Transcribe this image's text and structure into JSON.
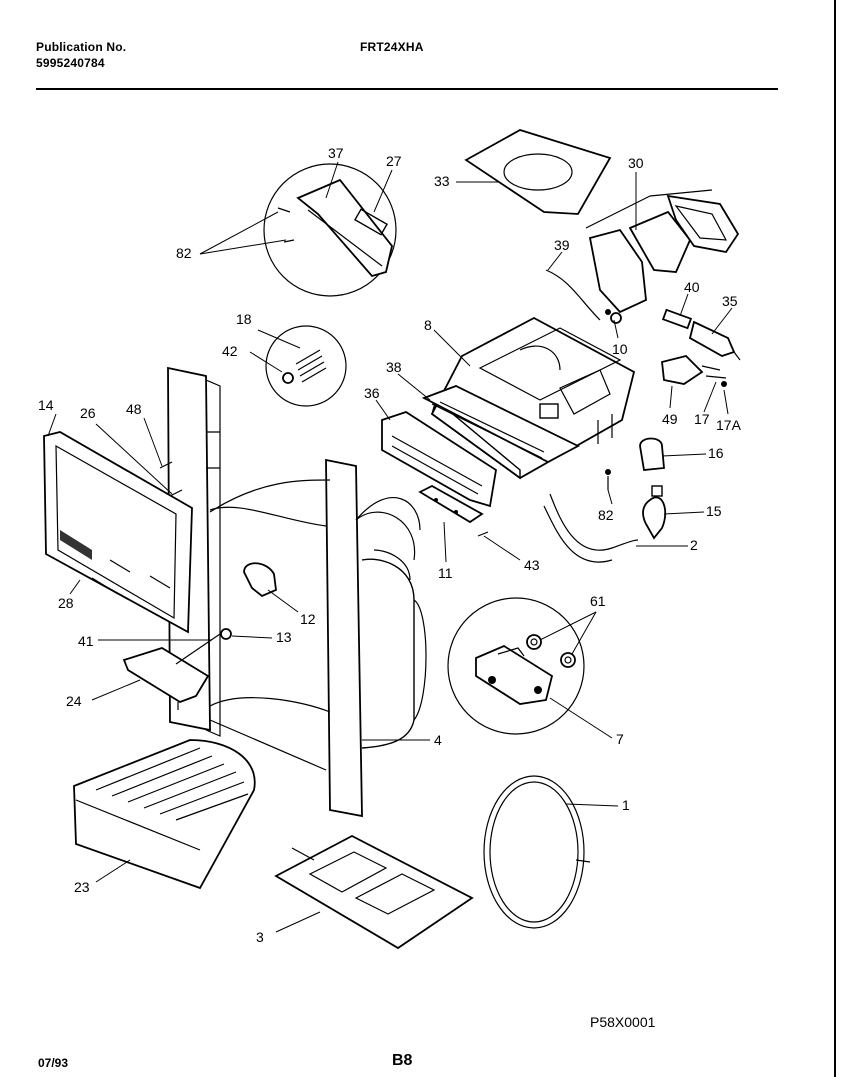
{
  "header": {
    "publication_label": "Publication No.",
    "publication_number": "5995240784",
    "model": "FRT24XHA"
  },
  "footer": {
    "diagram_code": "P58X0001",
    "date": "07/93",
    "page": "B8"
  },
  "callouts": {
    "c37": "37",
    "c27": "27",
    "c33": "33",
    "c30": "30",
    "c82a": "82",
    "c39": "39",
    "c40": "40",
    "c35": "35",
    "c18": "18",
    "c8": "8",
    "c10": "10",
    "c42": "42",
    "c38": "38",
    "c36": "36",
    "c49": "49",
    "c17": "17",
    "c17a": "17A",
    "c14": "14",
    "c26": "26",
    "c48": "48",
    "c16": "16",
    "c82b": "82",
    "c15": "15",
    "c2": "2",
    "c43": "43",
    "c11": "11",
    "c28": "28",
    "c12": "12",
    "c61": "61",
    "c41": "41",
    "c13": "13",
    "c24": "24",
    "c4": "4",
    "c7": "7",
    "c1": "1",
    "c23": "23",
    "c3": "3"
  }
}
